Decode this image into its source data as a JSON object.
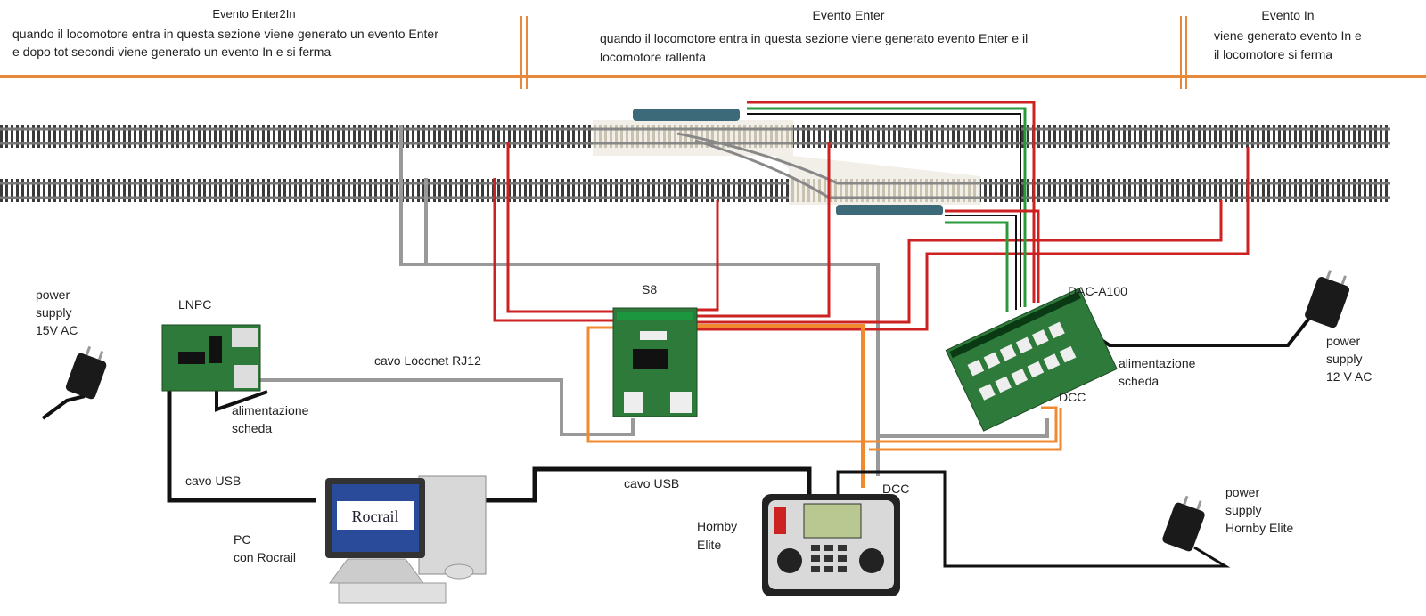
{
  "sections": [
    {
      "title": "Evento Enter2In",
      "lines": [
        "quando il locomotore entra in questa sezione viene generato un evento Enter",
        "e dopo tot secondi viene generato un evento In  e si ferma"
      ]
    },
    {
      "title": "Evento Enter",
      "lines": [
        "quando il locomotore entra in questa sezione viene generato evento Enter e il",
        "locomotore rallenta"
      ]
    },
    {
      "title": "Evento In",
      "lines": [
        "viene generato evento In e",
        "il locomotore si ferma"
      ]
    }
  ],
  "labels": {
    "ps15": [
      "power",
      "supply",
      "15V AC"
    ],
    "lnpc": "LNPC",
    "loconet": "cavo Loconet RJ12",
    "alim1": [
      "alimentazione",
      "scheda"
    ],
    "usb1": "cavo USB",
    "pc": [
      "PC",
      "con Rocrail"
    ],
    "usb2": "cavo USB",
    "hornby": [
      "Hornby",
      "Elite"
    ],
    "dcc1": "DCC",
    "s8": "S8",
    "dac": "DAC-A100",
    "alim2": [
      "alimentazione",
      "scheda"
    ],
    "dcc2": "DCC",
    "ps12": [
      "power",
      "supply",
      "12 V AC"
    ],
    "psh": [
      "power",
      "supply",
      "Hornby Elite"
    ],
    "rocrail_logo": "Rocrail"
  },
  "colors": {
    "divider": "#e8883a",
    "red": "#cc2222",
    "green": "#2a9a3a",
    "gray": "#999999",
    "black": "#111111",
    "orange": "#f08a30",
    "board": "#2e7a3a"
  }
}
